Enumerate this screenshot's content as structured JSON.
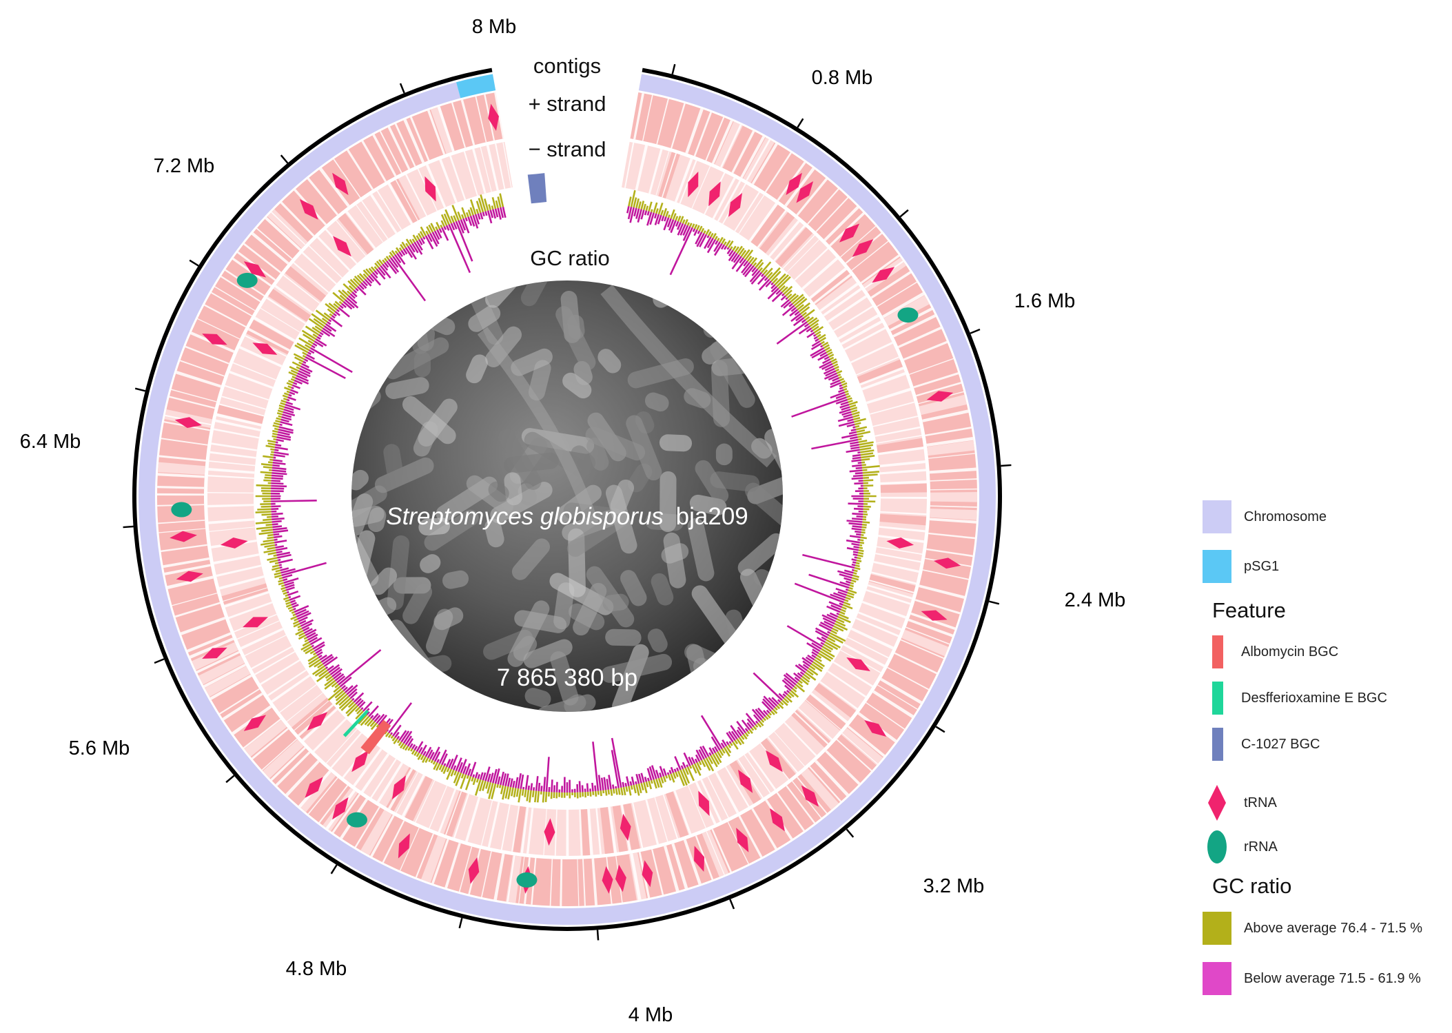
{
  "diagram": {
    "organism_italic": "Streptomyces globisporus",
    "strain": "bja209",
    "genome_size": "7 865 380 bp",
    "track_labels": {
      "contigs": "contigs",
      "plus_strand": "+ strand",
      "minus_strand": "− strand",
      "gc_ratio": "GC ratio"
    },
    "scale_labels": [
      "8 Mb",
      "0.8 Mb",
      "1.6 Mb",
      "2.4 Mb",
      "3.2 Mb",
      "4 Mb",
      "4.8 Mb",
      "5.6 Mb",
      "6.4 Mb",
      "7.2 Mb"
    ],
    "colors": {
      "chromosome": "#ccccf5",
      "plasmid": "#5bc8f5",
      "cds": "#f7b8b6",
      "cds_light": "#fcdcdb",
      "trna": "#f0236e",
      "rrna": "#13a584",
      "albomycin": "#f26161",
      "desferrioxamine": "#1fd69a",
      "c1027": "#6f80bd",
      "gc_above": "#b3b01a",
      "gc_below": "#c0169d",
      "micrograph": "#3a3a3a"
    }
  },
  "legend": {
    "chromosome": "Chromosome",
    "plasmid": "pSG1",
    "feature_heading": "Feature",
    "albomycin": "Albomycin BGC",
    "desferrioxamine": "Desfferioxamine E BGC",
    "c1027": "C-1027 BGC",
    "trna": "tRNA",
    "rrna": "rRNA",
    "gc_heading": "GC ratio",
    "gc_above": "Above average 76.4 - 71.5 %",
    "gc_below": "Below average 71.5 - 61.9 %"
  }
}
